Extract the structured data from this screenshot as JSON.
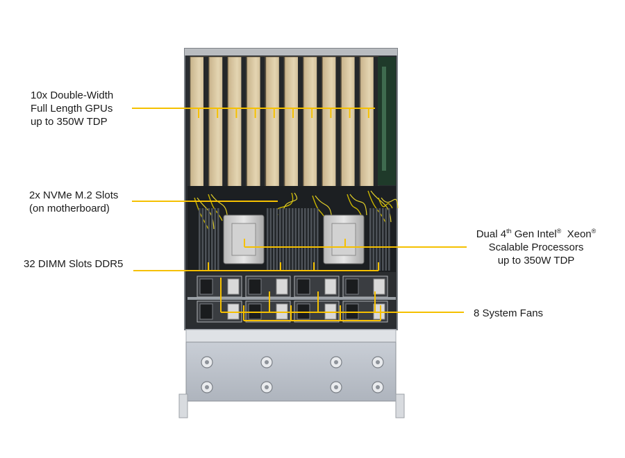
{
  "diagram": {
    "accent_color": "#f5c000",
    "labels": {
      "gpus": {
        "lines": [
          "10x Double-Width",
          "Full Length GPUs",
          "up to 350W TDP"
        ]
      },
      "nvme": {
        "lines": [
          "2x NVMe M.2 Slots",
          "(on motherboard)"
        ]
      },
      "dimm": {
        "lines": [
          "32 DIMM Slots DDR5"
        ]
      },
      "cpu": {
        "line1": {
          "a": "Dual 4",
          "sup1": "th",
          "b": " Gen Intel",
          "sup2": "®",
          "c": "  Xeon",
          "sup3": "®"
        },
        "line2": "Scalable Processors",
        "line3": "up to 350W TDP"
      },
      "fans": {
        "lines": [
          "8 System Fans"
        ]
      }
    }
  }
}
